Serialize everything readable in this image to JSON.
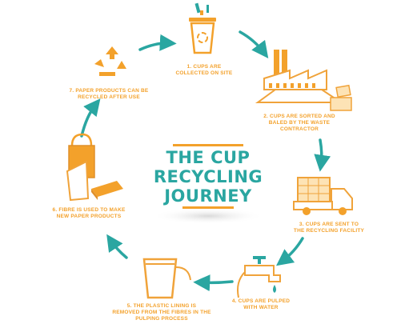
{
  "title": {
    "line1": "THE CUP",
    "line2": "RECYCLING",
    "line3": "JOURNEY"
  },
  "steps": [
    {
      "line1": "1. CUPS ARE",
      "line2": "COLLECTED ON SITE",
      "line3": ""
    },
    {
      "line1": "2. CUPS ARE SORTED AND",
      "line2": "BALED BY THE WASTE",
      "line3": "CONTRACTOR"
    },
    {
      "line1": "3. CUPS ARE SENT TO",
      "line2": "THE RECYCLING FACILITY",
      "line3": ""
    },
    {
      "line1": "4. CUPS ARE PULPED",
      "line2": "WITH WATER",
      "line3": ""
    },
    {
      "line1": "5. THE PLASTIC LINING IS",
      "line2": "REMOVED FROM THE FIBRES IN THE",
      "line3": "PULPING PROCESS"
    },
    {
      "line1": "6. FIBRE IS USED TO MAKE",
      "line2": "NEW PAPER PRODUCTS",
      "line3": ""
    },
    {
      "line1": "7. PAPER PRODUCTS CAN BE",
      "line2": "RECYCLED AFTER USE",
      "line3": ""
    }
  ],
  "colors": {
    "orange": "#f3a12b",
    "teal": "#2aa6a1",
    "outline": "#f0a33a"
  },
  "icons": [
    "cup-bin-icon",
    "factory-icon",
    "truck-icon",
    "tap-icon",
    "pulp-cup-icon",
    "bag-icon",
    "recycle-icon"
  ]
}
